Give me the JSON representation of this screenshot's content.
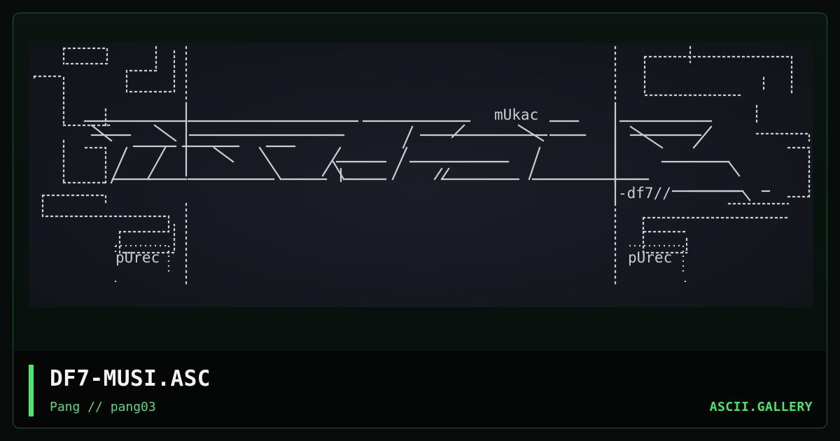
{
  "art": {
    "lines": [
      "  .....  : .",
      " :...:   :..:",
      " : _:____::___:___ mUkac__",
      " ____\\  ___   /  /__\\  /_",
      "     /  /___\\ \\  / /_______/",
      "  ./______/_____\\____/\\----//_______/",
      "  ::::.......",
      "  ::::",
      "      pUrec",
      "  ..... ..",
      "  .::::",
      "  :::::",
      "  ::::  :::",
      " :____  ____",
      "    \\____/__",
      "  :---df7//--------\\ -",
      "  ::::.........",
      "   pUrec"
    ]
  },
  "footer": {
    "title": "DF7-MUSI.ASC",
    "byline": "Pang // pang03",
    "brand": "ASCII.GALLERY"
  },
  "colors": {
    "accent": "#4ee36a",
    "frame_border": "#1f5a2c",
    "art_text": "#c9cdd2"
  }
}
